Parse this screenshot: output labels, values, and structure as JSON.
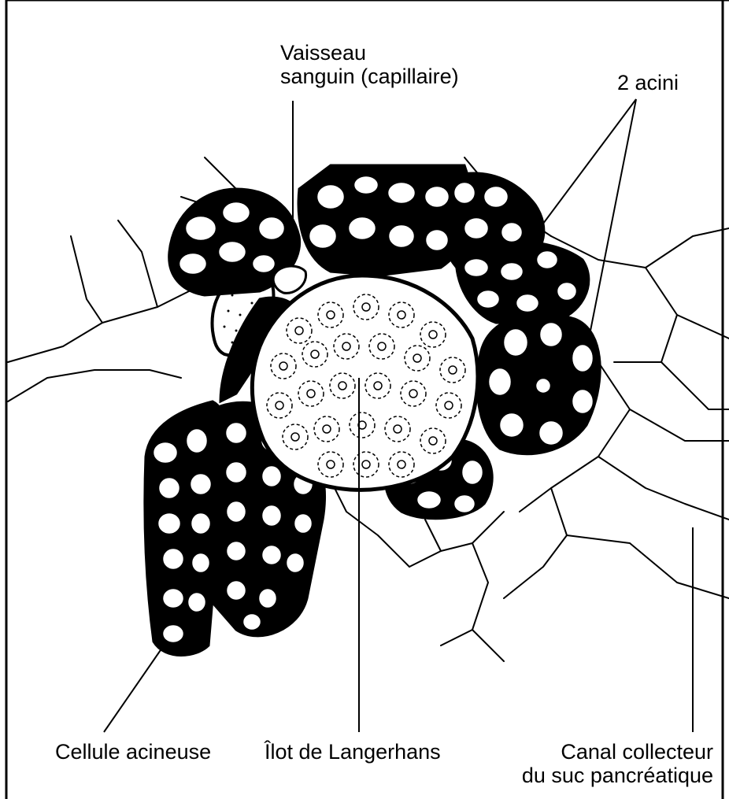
{
  "diagram": {
    "labels": {
      "vaisseau_line1": "Vaisseau",
      "vaisseau_line2": "sanguin (capillaire)",
      "acini": "2 acini",
      "cellule": "Cellule acineuse",
      "ilot": "Îlot de Langerhans",
      "canal_line1": "Canal collecteur",
      "canal_line2": "du suc pancréatique"
    },
    "colors": {
      "ink": "#000000",
      "paper": "#ffffff"
    }
  }
}
